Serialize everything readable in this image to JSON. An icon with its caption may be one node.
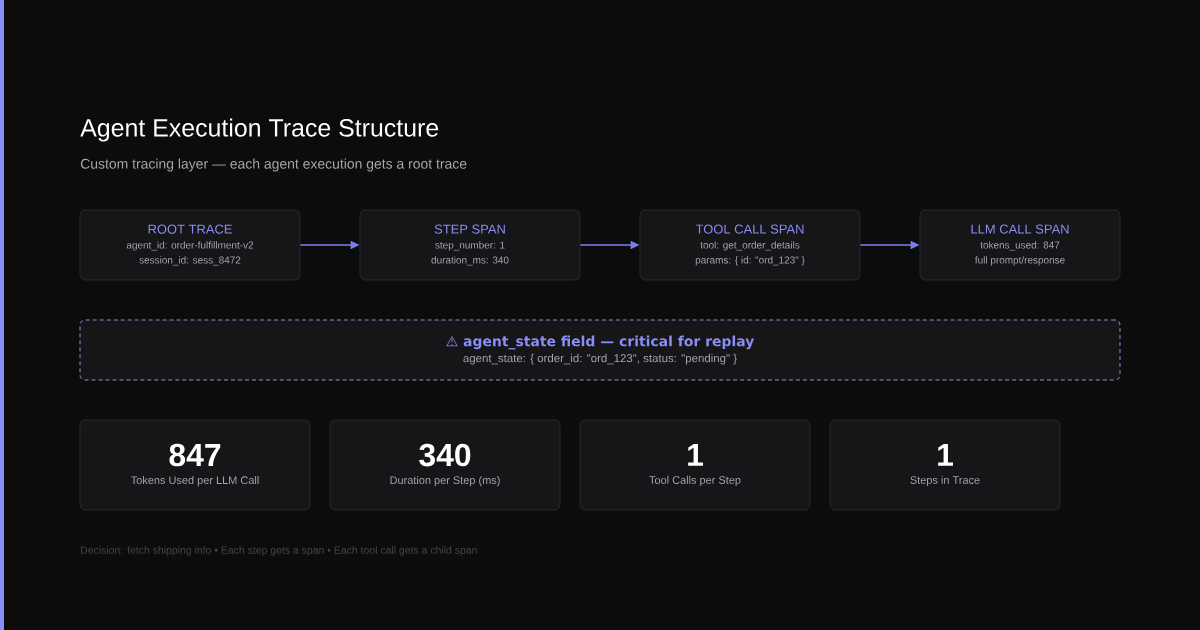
{
  "diagram": {
    "title": "Agent Execution Trace Structure",
    "caption": "Custom tracing layer — each agent execution gets a root trace",
    "nodes": [
      {
        "text": [
          "ROOT TRACE",
          "agent_id: order-fulfillment-v2",
          "session_id: sess_8472"
        ]
      },
      {
        "text": [
          "STEP SPAN",
          "step_number: 1",
          "duration_ms: 340"
        ]
      },
      {
        "text": [
          "TOOL CALL SPAN",
          "tool: get_order_details",
          "params: { id: \"ord_123\" }"
        ]
      },
      {
        "text": [
          "LLM CALL SPAN",
          "tokens_used: 847",
          "full prompt/response"
        ]
      },
      {
        "text": [
          "⚠ agent_state field — critical for replay",
          "agent_state: { order_id: \"ord_123\", status: \"pending\" }"
        ]
      },
      {
        "text": [
          "847",
          "Tokens Used per LLM Call"
        ]
      },
      {
        "text": [
          "340",
          "Duration per Step (ms)"
        ]
      },
      {
        "text": [
          "1",
          "Tool Calls per Step"
        ]
      },
      {
        "text": [
          "1",
          "Steps in Trace"
        ]
      }
    ],
    "edges": [
      {
        "from": 0,
        "to": 1,
        "arrow": "to"
      },
      {
        "from": 1,
        "to": 2,
        "arrow": "to"
      },
      {
        "from": 2,
        "to": 3,
        "arrow": "to"
      }
    ],
    "labels": [
      "Decision: fetch shipping info • Each step gets a span • Each tool call gets a child span"
    ]
  }
}
